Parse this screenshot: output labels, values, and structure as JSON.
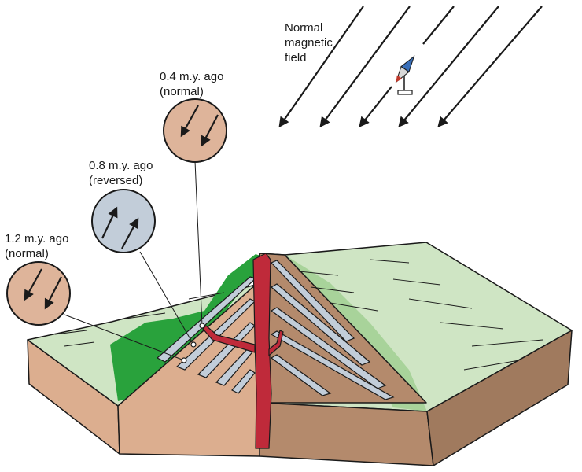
{
  "field_label": [
    "Normal",
    "magnetic",
    "field"
  ],
  "samples": [
    {
      "age": "0.4 m.y. ago",
      "polarity": "(normal)",
      "fill": "#deb49a"
    },
    {
      "age": "0.8 m.y. ago",
      "polarity": "(reversed)",
      "fill": "#c2cdd9"
    },
    {
      "age": "1.2 m.y. ago",
      "polarity": "(normal)",
      "fill": "#deb49a"
    }
  ],
  "colors": {
    "block_front": "#dcae8f",
    "block_side": "#b48a6c",
    "surface_light": "#cfe5c4",
    "surface_dark": "#29a23c",
    "lava": "#bf2a3a",
    "ash_layer": "#c2cdd9",
    "outline": "#1a1a1a"
  },
  "icons": [
    "compass-needle-icon"
  ]
}
